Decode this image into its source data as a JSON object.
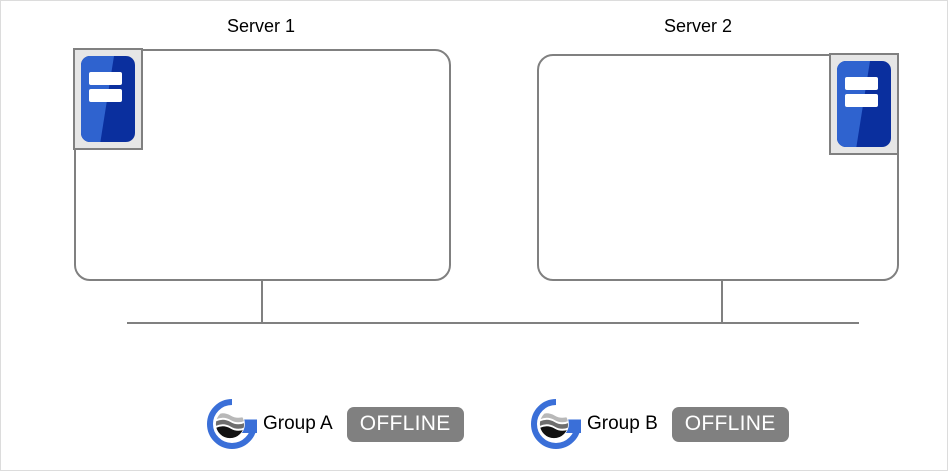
{
  "diagram": {
    "title": "",
    "colors": {
      "outline": "#808080",
      "icon_frame": "#e6e6e6",
      "icon_blue_dark": "#0a2f9e",
      "icon_blue_light": "#2f63cf",
      "logo_blue": "#3a6fd8",
      "badge_gray": "#808080",
      "badge_text": "#ffffff",
      "page_border": "#dcdcdc",
      "background": "#ffffff"
    },
    "nodes": [
      {
        "id": "server-1",
        "title": "Server 1",
        "icon": "server-chassis-icon",
        "icon_position": "top-left"
      },
      {
        "id": "server-2",
        "title": "Server 2",
        "icon": "server-chassis-icon",
        "icon_position": "top-right"
      }
    ],
    "network": {
      "bus_label": "",
      "link_count": 2
    },
    "groups": [
      {
        "id": "group-a",
        "logo": "globe-g-logo-icon",
        "label": "Group A",
        "status": "OFFLINE"
      },
      {
        "id": "group-b",
        "logo": "globe-g-logo-icon",
        "label": "Group B",
        "status": "OFFLINE"
      }
    ]
  }
}
